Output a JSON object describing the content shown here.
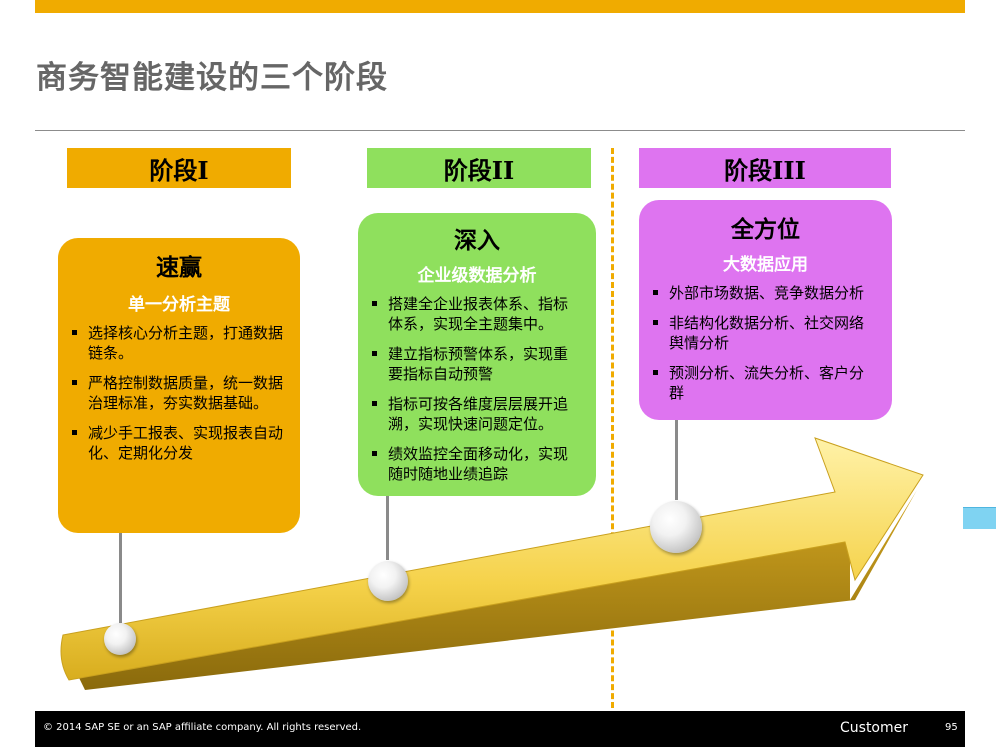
{
  "title": "商务智能建设的三个阶段",
  "stages": [
    {
      "tab": "阶段I",
      "heading": "速赢",
      "subheading": "单一分析主题",
      "bullets": [
        "选择核心分析主题，打通数据链条。",
        "严格控制数据质量，统一数据治理标准，夯实数据基础。",
        "减少手工报表、实现报表自动化、定期化分发"
      ]
    },
    {
      "tab": "阶段II",
      "heading": "深入",
      "subheading": "企业级数据分析",
      "bullets": [
        "搭建全企业报表体系、指标体系，实现全主题集中。",
        "建立指标预警体系，实现重要指标自动预警",
        "指标可按各维度层层展开追溯，实现快速问题定位。",
        "绩效监控全面移动化，实现随时随地业绩追踪"
      ]
    },
    {
      "tab": "阶段III",
      "heading": "全方位",
      "subheading": "大数据应用",
      "bullets": [
        "外部市场数据、竞争数据分析",
        "非结构化数据分析、社交网络舆情分析",
        "预测分析、流失分析、客户分群"
      ]
    }
  ],
  "colors": {
    "brand": "#f0ab00",
    "stage1": "#f0ab00",
    "stage2": "#8fe05d",
    "stage3": "#de74f0",
    "arrow": "#f5d24a"
  },
  "footer": {
    "copyright": "© 2014 SAP SE or an SAP affiliate company. All rights reserved.",
    "classification": "Customer",
    "page": "95"
  }
}
